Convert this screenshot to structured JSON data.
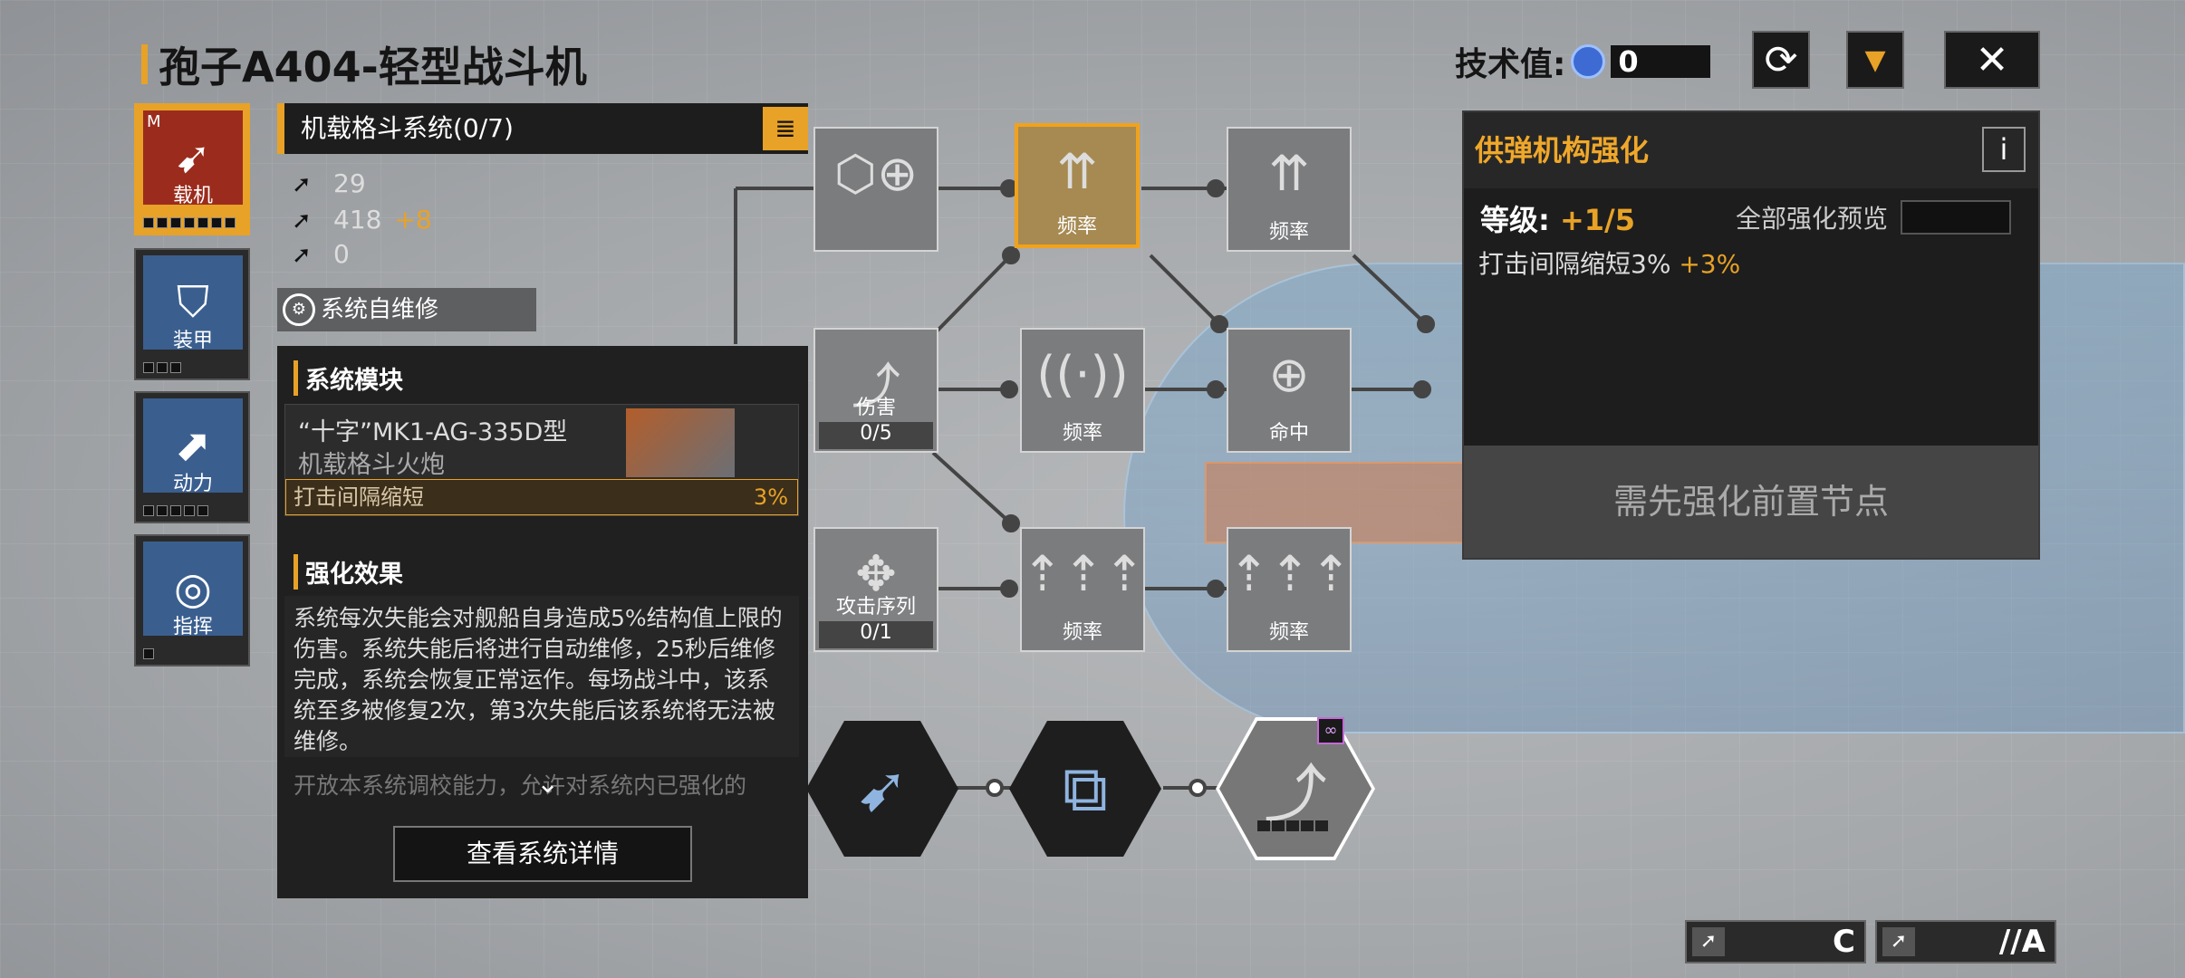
{
  "header": {
    "title": "孢子A404-轻型战斗机",
    "tech_label": "技术值:",
    "tech_value": "0"
  },
  "tabs": [
    {
      "label": "载机",
      "tier": "M",
      "active": true,
      "icon": "missile-icon"
    },
    {
      "label": "装甲",
      "icon": "shield-icon"
    },
    {
      "label": "动力",
      "icon": "engine-icon"
    },
    {
      "label": "指挥",
      "icon": "target-icon"
    }
  ],
  "system": {
    "title": "机载格斗系统(0/7)",
    "stats": [
      "29",
      "418",
      "+8",
      "0"
    ],
    "repair": "系统自维修"
  },
  "panel": {
    "module_heading": "系统模块",
    "module_name1": "“十字”MK1-AG-335D型",
    "module_name2": "机载格斗火炮",
    "module_effect": "打击间隔缩短",
    "module_effect_value": "3%",
    "enh_heading": "强化效果",
    "desc": "系统每次失能会对舰船自身造成5%结构值上限的伤害。系统失能后将进行自动维修，25秒后维修完成，系统会恢复正常运作。每场战斗中，该系统至多被修复2次，第3次失能后该系统将无法被维修。",
    "more": "开放本系统调校能力，允许对系统内已强化的",
    "detail_btn": "查看系统详情"
  },
  "nodes": {
    "freq": "频率",
    "dmg": "伤害",
    "dmg_cnt": "0/5",
    "hit": "命中",
    "seq": "攻击序列",
    "seq_cnt": "0/1"
  },
  "popup": {
    "title": "供弹机构强化",
    "level_label": "等级:",
    "level_value": "+1/5",
    "preview": "全部强化预览",
    "effect": "打击间隔缩短3%",
    "effect_plus": "+3%",
    "requirement": "需先强化前置节点"
  },
  "badges": [
    "C",
    "//A"
  ],
  "colors": {
    "accent": "#e8a227",
    "panel": "#202020"
  }
}
